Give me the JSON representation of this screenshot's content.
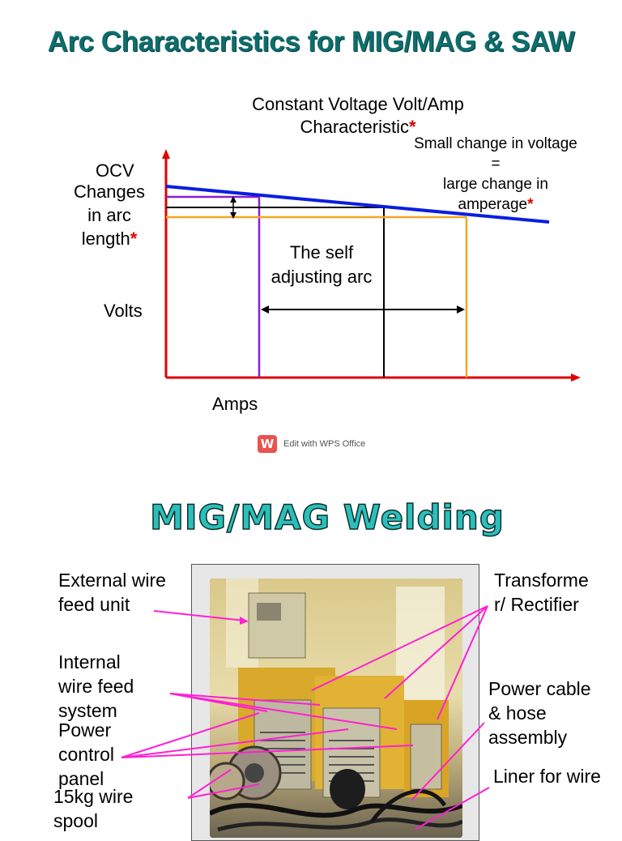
{
  "slide1": {
    "title": "Arc Characteristics for MIG/MAG & SAW",
    "subtitle_line1": "Constant Voltage Volt/Amp",
    "subtitle_line2": "Characteristic",
    "subtitle_star": "*",
    "note_line1": "Small change in voltage",
    "note_line2": "=",
    "note_line3": "large change in",
    "note_line4": "amperage",
    "note_star": "*",
    "ocv": "OCV",
    "changes_line1": "Changes",
    "changes_line2": "in arc",
    "changes_line3": "length",
    "changes_star": "*",
    "self_line1": "The self",
    "self_line2": "adjusting arc",
    "y_label": "Volts",
    "x_label": "Amps",
    "watermark": "Edit with WPS Office",
    "watermark_badge": "W"
  },
  "slide2": {
    "title": "MIG/MAG Welding",
    "labels": {
      "external_feed_1": "External wire",
      "external_feed_2": "feed unit",
      "internal_feed_1": "Internal",
      "internal_feed_2": "wire feed",
      "internal_feed_3": "system",
      "power_panel_1": "Power",
      "power_panel_2": "control",
      "power_panel_3": "panel",
      "spool_1": "15kg wire",
      "spool_2": "spool",
      "transformer_1": "Transforme",
      "transformer_2": "r/ Rectifier",
      "cable_1": "Power cable",
      "cable_2": "& hose",
      "cable_3": "assembly",
      "liner": "Liner for wire"
    }
  },
  "colors": {
    "title1": "#0d6e6c",
    "title2": "#2cbfba",
    "axis": "#e00000",
    "characteristic": "#0a1ee0",
    "purple": "#8b1fc9",
    "orange": "#f5a623",
    "black": "#000000",
    "arrow_pink": "#ff1fd2"
  }
}
